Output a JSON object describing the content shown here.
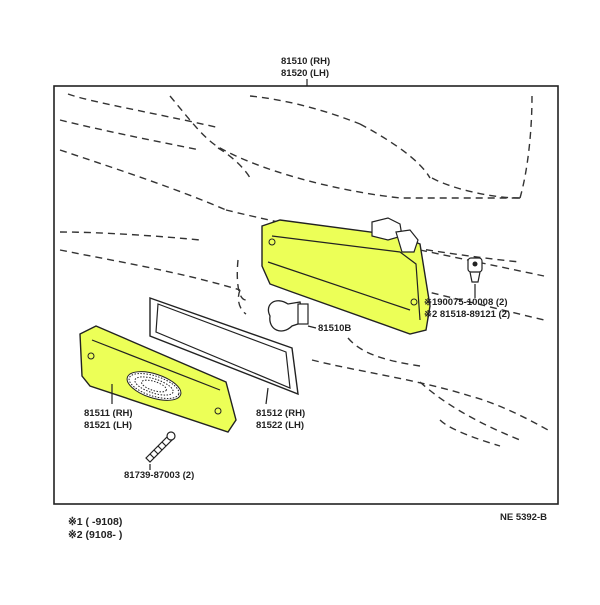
{
  "diagram": {
    "assembly_part": {
      "rh": "81510 (RH)",
      "lh": "81520 (LH)"
    },
    "labels": {
      "bulb": "81510B",
      "lens_rh": "81511 (RH)",
      "lens_lh": "81521 (LH)",
      "gasket_rh": "81512 (RH)",
      "gasket_lh": "81522 (LH)",
      "screw": "81739-87003 (2)",
      "clip_1": "※190075-10008 (2)",
      "clip_2": "※2 81518-89121 (2)"
    },
    "footnotes": {
      "note_1": "※1 (      -9108)",
      "note_2": "※2 (9108-       )"
    },
    "ref_code": "NE 5392-B",
    "colors": {
      "part_fill": "#ecff57",
      "line": "#222222",
      "background": "#ffffff"
    }
  }
}
